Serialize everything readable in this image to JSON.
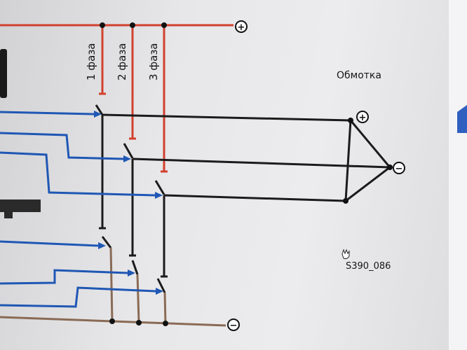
{
  "labels": {
    "phase_1": "1 фаза",
    "phase_2": "2 фаза",
    "phase_3": "3 фаза",
    "winding": "Обмотка",
    "figure_id": "S390_086"
  },
  "symbols": {
    "plus": "+",
    "minus": "−"
  },
  "colors": {
    "positive_rail": "#d2402e",
    "control_signal": "#1f57b4",
    "conductor": "#1b1b1b",
    "ground_rail": "#8a6a55",
    "screen_accent": "#2f5fbf"
  }
}
